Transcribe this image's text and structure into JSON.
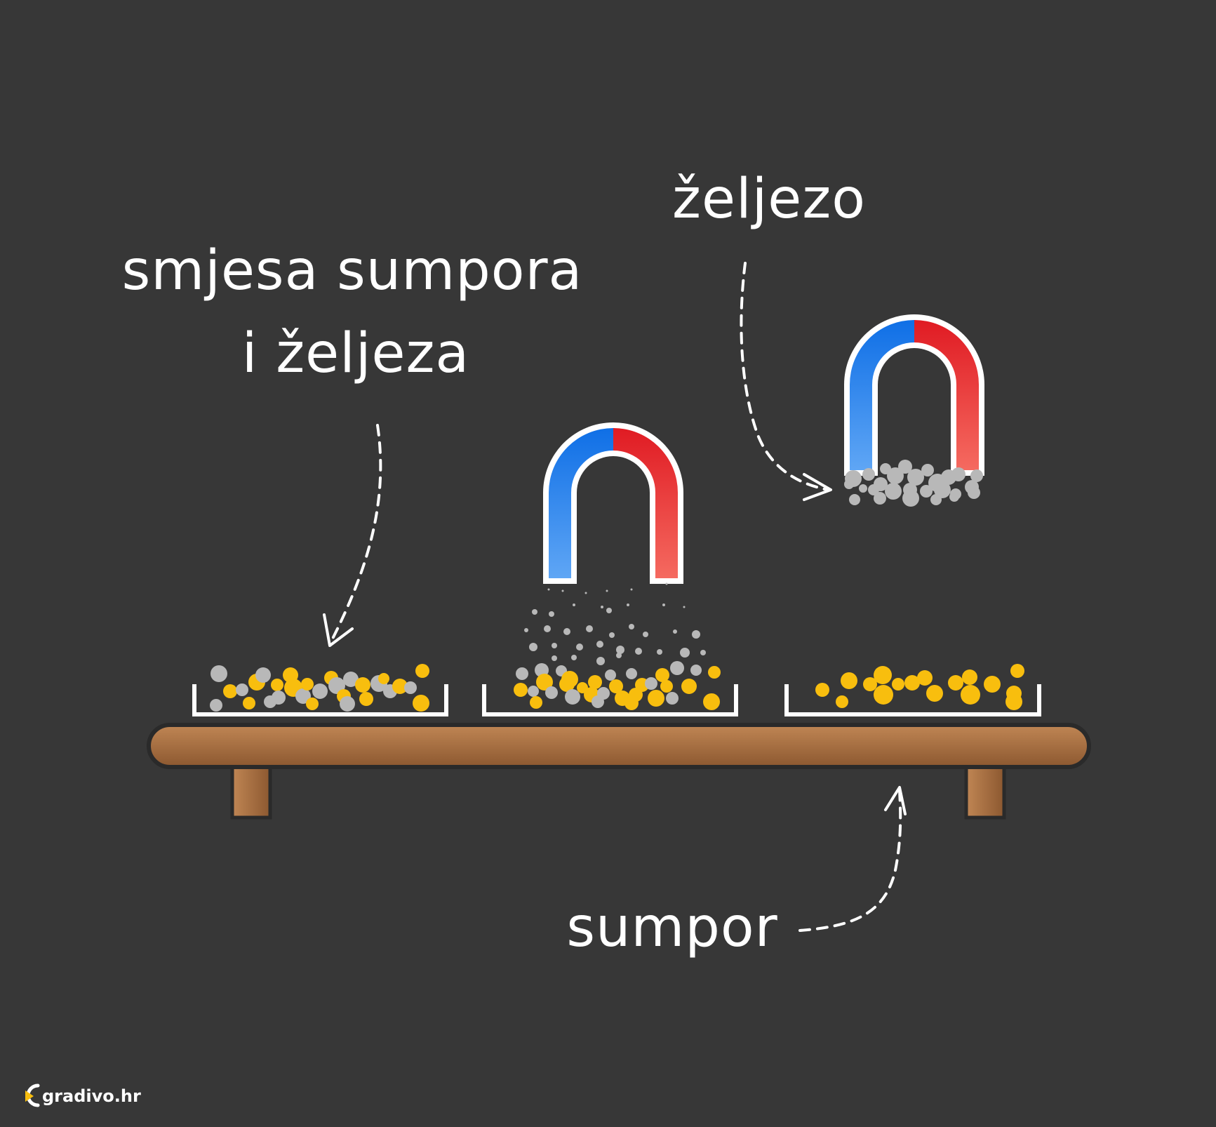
{
  "labels": {
    "mixture_line1": "smjesa sumpora",
    "mixture_line2": "i željeza",
    "iron": "željezo",
    "sulfur": "sumpor"
  },
  "logo": {
    "text": "gradivo.hr"
  },
  "colors": {
    "background": "#373737",
    "iron_particle": "#b8b8b8",
    "sulfur_particle": "#f8be0e",
    "magnet_north": "#1e7bea",
    "magnet_south": "#e8232c",
    "shelf": "#a0683a",
    "outline": "#ffffff"
  }
}
